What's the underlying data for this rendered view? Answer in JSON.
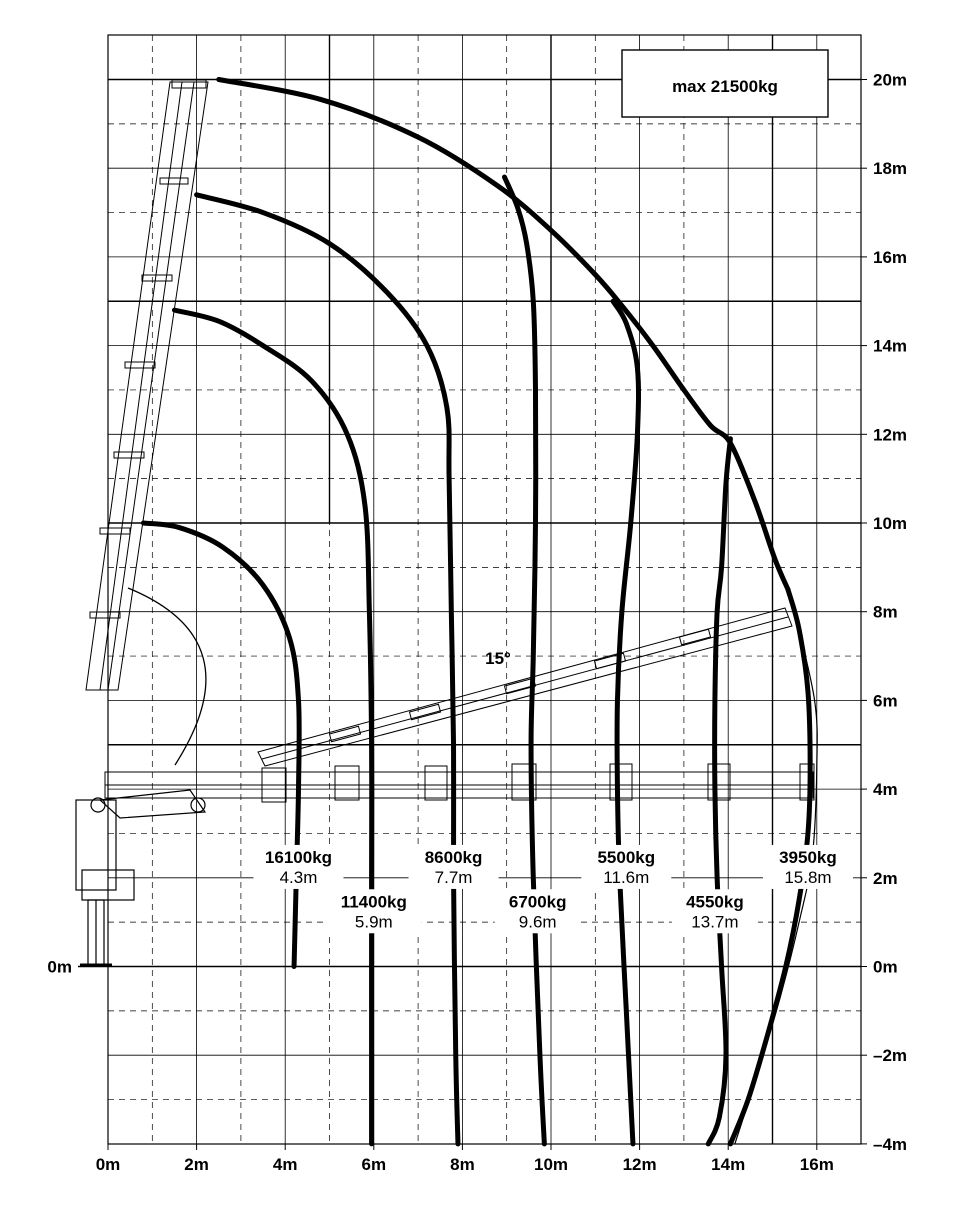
{
  "chart_data": {
    "type": "line",
    "title": "",
    "max_load_label": "max 21500kg",
    "boom_angle_label": "15°",
    "x_axis": {
      "range": [
        0,
        17
      ],
      "ticks": [
        {
          "value": 0,
          "label": "0m"
        },
        {
          "value": 2,
          "label": "2m"
        },
        {
          "value": 4,
          "label": "4m"
        },
        {
          "value": 6,
          "label": "6m"
        },
        {
          "value": 8,
          "label": "8m"
        },
        {
          "value": 10,
          "label": "10m"
        },
        {
          "value": 12,
          "label": "12m"
        },
        {
          "value": 14,
          "label": "14m"
        },
        {
          "value": 16,
          "label": "16m"
        }
      ]
    },
    "y_axis": {
      "range": [
        -4,
        21
      ],
      "right_ticks": [
        {
          "value": 20,
          "label": "20m"
        },
        {
          "value": 18,
          "label": "18m"
        },
        {
          "value": 16,
          "label": "16m"
        },
        {
          "value": 14,
          "label": "14m"
        },
        {
          "value": 12,
          "label": "12m"
        },
        {
          "value": 10,
          "label": "10m"
        },
        {
          "value": 8,
          "label": "8m"
        },
        {
          "value": 6,
          "label": "6m"
        },
        {
          "value": 4,
          "label": "4m"
        },
        {
          "value": 2,
          "label": "2m"
        },
        {
          "value": 0,
          "label": "0m"
        },
        {
          "value": -2,
          "label": "–2m"
        },
        {
          "value": -4,
          "label": "–4m"
        }
      ],
      "left_ticks": [
        {
          "value": 0,
          "label": "0m"
        }
      ]
    },
    "grid": true,
    "series": [
      {
        "load": "16100kg",
        "reach": "4.3m",
        "points": [
          [
            0.8,
            10.0
          ],
          [
            1.6,
            9.9
          ],
          [
            2.6,
            9.45
          ],
          [
            3.5,
            8.6
          ],
          [
            4.1,
            7.4
          ],
          [
            4.3,
            6.0
          ],
          [
            4.3,
            4.0
          ],
          [
            4.25,
            2.0
          ],
          [
            4.2,
            0.0
          ]
        ]
      },
      {
        "load": "11400kg",
        "reach": "5.9m",
        "points": [
          [
            1.5,
            14.8
          ],
          [
            2.5,
            14.55
          ],
          [
            3.5,
            14.0
          ],
          [
            4.6,
            13.2
          ],
          [
            5.4,
            12.0
          ],
          [
            5.8,
            10.4
          ],
          [
            5.9,
            8.0
          ],
          [
            5.95,
            5.0
          ],
          [
            5.95,
            2.0
          ],
          [
            5.95,
            -2.0
          ],
          [
            5.95,
            -4.0
          ]
        ]
      },
      {
        "load": "8600kg",
        "reach": "7.7m",
        "points": [
          [
            2.0,
            17.4
          ],
          [
            3.5,
            17.0
          ],
          [
            5.0,
            16.3
          ],
          [
            6.3,
            15.2
          ],
          [
            7.2,
            14.0
          ],
          [
            7.65,
            12.6
          ],
          [
            7.7,
            11.0
          ],
          [
            7.75,
            8.0
          ],
          [
            7.8,
            5.0
          ],
          [
            7.8,
            2.0
          ],
          [
            7.85,
            -2.0
          ],
          [
            7.9,
            -4.0
          ]
        ]
      },
      {
        "load": "6700kg",
        "reach": "9.6m",
        "points": [
          [
            8.95,
            17.8
          ],
          [
            9.25,
            17.1
          ],
          [
            9.45,
            16.3
          ],
          [
            9.6,
            15.0
          ],
          [
            9.65,
            13.0
          ],
          [
            9.65,
            10.0
          ],
          [
            9.6,
            7.0
          ],
          [
            9.55,
            5.0
          ],
          [
            9.6,
            2.0
          ],
          [
            9.75,
            -2.0
          ],
          [
            9.85,
            -4.0
          ]
        ]
      },
      {
        "load": "5500kg",
        "reach": "11.6m",
        "points": [
          [
            11.4,
            15.0
          ],
          [
            11.7,
            14.5
          ],
          [
            11.95,
            13.5
          ],
          [
            11.95,
            12.0
          ],
          [
            11.8,
            10.0
          ],
          [
            11.6,
            8.0
          ],
          [
            11.5,
            6.0
          ],
          [
            11.5,
            4.0
          ],
          [
            11.55,
            2.0
          ],
          [
            11.7,
            -1.0
          ],
          [
            11.85,
            -4.0
          ]
        ]
      },
      {
        "load": "4550kg",
        "reach": "13.7m",
        "points": [
          [
            14.05,
            11.9
          ],
          [
            13.95,
            10.9
          ],
          [
            13.85,
            9.0
          ],
          [
            13.75,
            8.0
          ],
          [
            13.7,
            6.0
          ],
          [
            13.7,
            4.0
          ],
          [
            13.75,
            2.0
          ],
          [
            13.85,
            0.0
          ],
          [
            13.95,
            -2.0
          ],
          [
            13.8,
            -3.4
          ],
          [
            13.55,
            -4.0
          ]
        ]
      },
      {
        "load": "3950kg",
        "reach": "15.8m",
        "points": [
          [
            15.35,
            8.5
          ],
          [
            15.6,
            7.6
          ],
          [
            15.8,
            6.2
          ],
          [
            15.85,
            4.5
          ],
          [
            15.8,
            3.0
          ],
          [
            15.6,
            1.5
          ],
          [
            15.3,
            0.0
          ],
          [
            14.9,
            -1.5
          ],
          [
            14.45,
            -3.0
          ],
          [
            14.05,
            -4.0
          ]
        ]
      },
      {
        "load": "",
        "reach": "",
        "points": [
          [
            2.5,
            20.0
          ],
          [
            4.8,
            19.55
          ],
          [
            7.0,
            18.7
          ],
          [
            8.8,
            17.6
          ],
          [
            10.0,
            16.6
          ],
          [
            11.0,
            15.6
          ],
          [
            11.6,
            14.9
          ],
          [
            12.3,
            14.0
          ],
          [
            13.0,
            13.0
          ],
          [
            13.6,
            12.2
          ],
          [
            14.05,
            11.8
          ],
          [
            14.6,
            10.5
          ],
          [
            15.05,
            9.2
          ],
          [
            15.35,
            8.5
          ]
        ]
      }
    ],
    "box_lines": [
      {
        "y": 20,
        "x_start": 0,
        "x_end": 17
      },
      {
        "y": 15,
        "x_start": 0,
        "x_end": 17
      },
      {
        "y": 10,
        "x_start": 0,
        "x_end": 17
      },
      {
        "y": 5,
        "x_start": 0,
        "x_end": 17
      },
      {
        "y": 0,
        "x_start": 0,
        "x_end": 17
      }
    ]
  }
}
